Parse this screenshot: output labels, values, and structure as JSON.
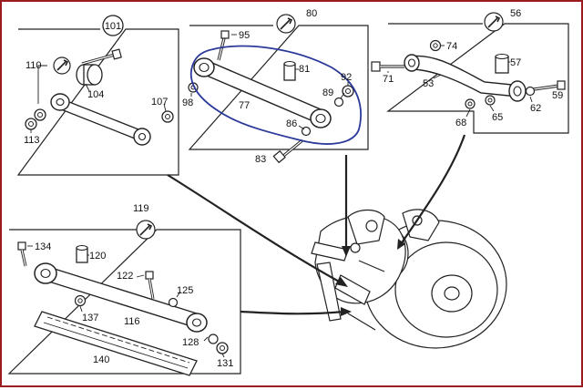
{
  "colors": {
    "frame": "#9a1c1c",
    "line": "#222222",
    "highlight": "#2b3a9a",
    "part_fill": "#ffffff"
  },
  "groups": {
    "g101": {
      "number": "101",
      "icon": "wrench-icon",
      "parts": [
        "110",
        "104",
        "107",
        "113"
      ]
    },
    "g80": {
      "number": "80",
      "icon": "wrench-icon",
      "parts": [
        "95",
        "81",
        "92",
        "98",
        "77",
        "89",
        "86",
        "83"
      ]
    },
    "g56": {
      "number": "56",
      "icon": "wrench-icon",
      "parts": [
        "74",
        "57",
        "71",
        "53",
        "59",
        "62",
        "68",
        "65"
      ]
    },
    "g119": {
      "number": "119",
      "icon": "wrench-icon",
      "parts": [
        "134",
        "120",
        "122",
        "125",
        "137",
        "116",
        "128",
        "140",
        "131"
      ]
    }
  },
  "highlight": {
    "group": "80",
    "description": "hand-drawn loop around arm 77"
  }
}
